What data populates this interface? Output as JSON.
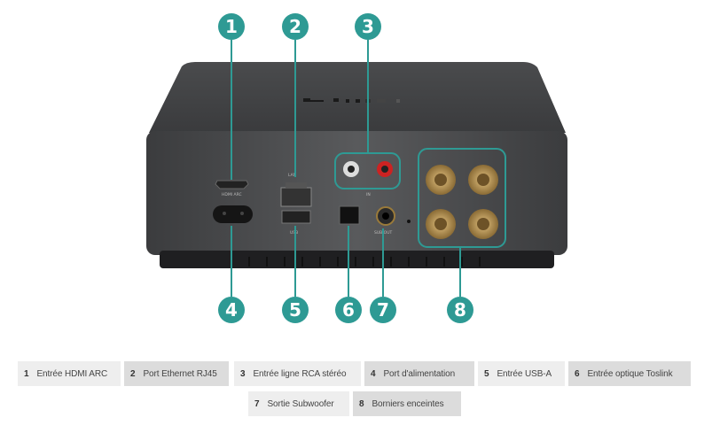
{
  "accent_color": "#2e9a94",
  "device": {
    "silkscreen": {
      "hdmi": "HDMI ARC",
      "lan": "LAN",
      "rca": "IN",
      "usb": "USB",
      "sub": "SUB OUT"
    }
  },
  "markers": [
    "1",
    "2",
    "3",
    "4",
    "5",
    "6",
    "7",
    "8"
  ],
  "legend": [
    {
      "num": "1",
      "label": "Entrée HDMI ARC"
    },
    {
      "num": "2",
      "label": "Port Ethernet RJ45"
    },
    {
      "num": "3",
      "label": "Entrée ligne RCA stéréo"
    },
    {
      "num": "4",
      "label": "Port d'alimentation"
    },
    {
      "num": "5",
      "label": "Entrée USB-A"
    },
    {
      "num": "6",
      "label": "Entrée optique Toslink"
    },
    {
      "num": "7",
      "label": "Sortie Subwoofer"
    },
    {
      "num": "8",
      "label": "Borniers enceintes"
    }
  ]
}
